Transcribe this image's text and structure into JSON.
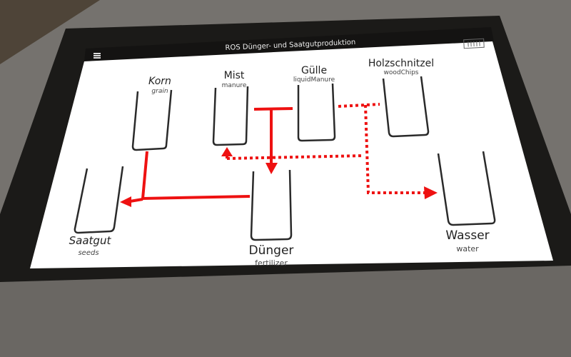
{
  "window": {
    "title": "ROS Dünger- und Saatgutproduktion",
    "menu_icon": "list-icon",
    "logo_icon": "barcode-logo-icon"
  },
  "tanks": [
    {
      "name": "Korn",
      "sub": "grain"
    },
    {
      "name": "Mist",
      "sub": "manure"
    },
    {
      "name": "Gülle",
      "sub": "liquidManure"
    },
    {
      "name": "Holzschnitzel",
      "sub": "woodChips"
    },
    {
      "name": "Saatgut",
      "sub": "seeds"
    },
    {
      "name": "Dünger",
      "sub": "fertilizer"
    },
    {
      "name": "Wasser",
      "sub": "water"
    }
  ],
  "colors": {
    "flow": "#ee1111",
    "screen": "#ffffff",
    "bezel": "#1b1a18"
  }
}
